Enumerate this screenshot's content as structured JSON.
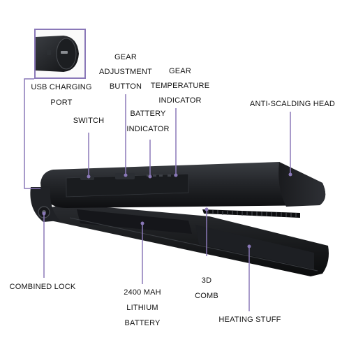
{
  "labels": {
    "usb_line1": "USB CHARGING",
    "usb_line2": "PORT",
    "gear_btn_line1": "GEAR",
    "gear_btn_line2": "ADJUSTMENT",
    "gear_btn_line3": "BUTTON",
    "gear_temp_line1": "GEAR",
    "gear_temp_line2": "TEMPERATURE",
    "gear_temp_line3": "INDICATOR",
    "anti_scald": "ANTI-SCALDING HEAD",
    "switch": "SWITCH",
    "battery_ind_line1": "BATTERY",
    "battery_ind_line2": "INDICATOR",
    "combined_lock": "COMBINED LOCK",
    "battery_line1": "2400 MAH",
    "battery_line2": "LITHIUM",
    "battery_line3": "BATTERY",
    "comb_line1": "3D",
    "comb_line2": "COMB",
    "heating": "HEATING STUFF"
  },
  "colors": {
    "callout": "#8a78b8",
    "device": "#1b1d20",
    "text": "#111111"
  }
}
